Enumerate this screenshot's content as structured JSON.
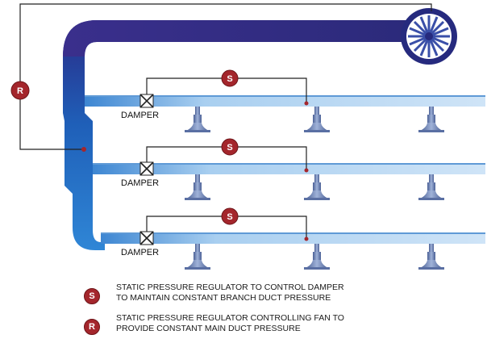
{
  "damper_label": "DAMPER",
  "static_badge": "S",
  "regulator_badge": "R",
  "legend": {
    "static_line1": "STATIC PRESSURE REGULATOR TO CONTROL DAMPER",
    "static_line2": "TO MAINTAIN CONSTANT BRANCH DUCT PRESSURE",
    "regulator_line1": "STATIC PRESSURE REGULATOR CONTROLLING FAN TO",
    "regulator_line2": "PROVIDE CONSTANT MAIN DUCT PRESSURE"
  },
  "colors": {
    "main_duct": "#2b2f8f",
    "branch_duct": "#8fc3ea",
    "badge": "#a4262c",
    "diffuser": "#6d83b3"
  },
  "icons": [
    "fan-icon",
    "damper-icon",
    "diffuser-icon",
    "regulator-badge-icon"
  ]
}
